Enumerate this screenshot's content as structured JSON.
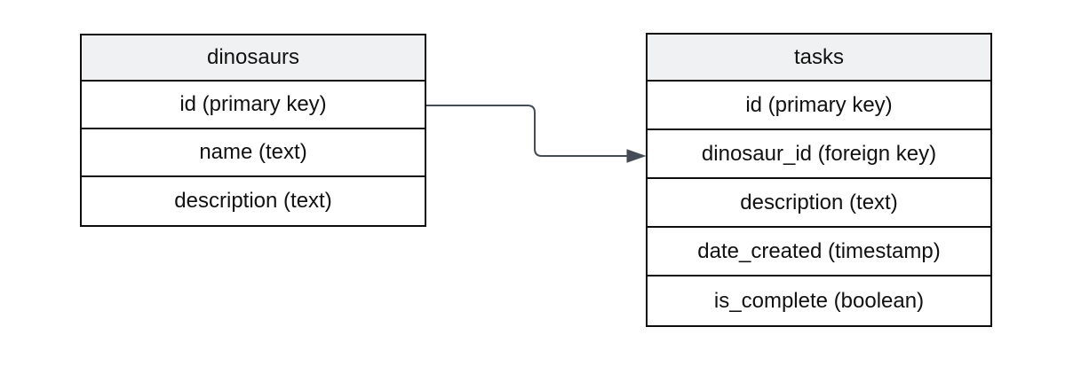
{
  "diagram": {
    "tables": [
      {
        "name": "dinosaurs",
        "rows": [
          "id (primary key)",
          "name (text)",
          "description (text)"
        ]
      },
      {
        "name": "tasks",
        "rows": [
          "id (primary key)",
          "dinosaur_id (foreign key)",
          "description (text)",
          "date_created (timestamp)",
          "is_complete (boolean)"
        ]
      }
    ],
    "relationship": {
      "from": "dinosaurs.id (primary key)",
      "to": "tasks.dinosaur_id (foreign key)",
      "style": "elbow-arrow-filled-triangle"
    }
  },
  "colors": {
    "canvas_bg": "#ffffff",
    "table_border": "#0d0d0d",
    "header_fill": "#f0f1f2",
    "row_fill": "#ffffff",
    "text": "#111111",
    "connector": "#454c56"
  }
}
